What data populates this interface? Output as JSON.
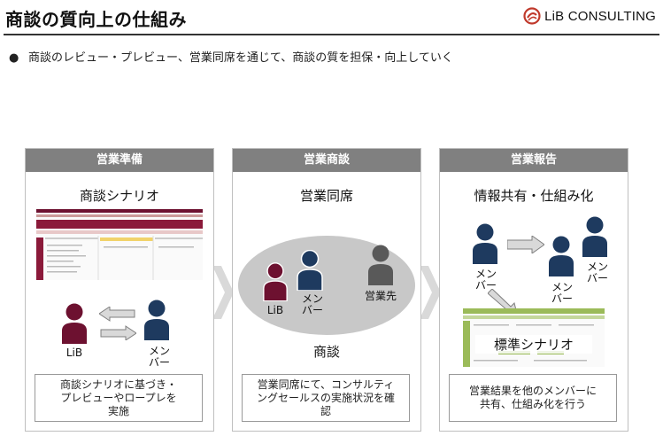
{
  "page": {
    "title": "商談の質向上の仕組み",
    "bullet": "商談のレビュー・プレビュー、営業同席を通じて、商談の質を担保・向上していく"
  },
  "logo": {
    "text": "LiB CONSULTING",
    "color": "#c0392b",
    "icon": "swirl-logo-icon"
  },
  "colors": {
    "maroon": "#6d1130",
    "navy": "#1e3a5f",
    "gray": "#595959",
    "header": "#808080",
    "ellipse": "#c8c8c8"
  },
  "columns": [
    {
      "header": "営業準備",
      "subtitle": "商談シナリオ",
      "person_left": "LiB",
      "person_right": "メン\nバー",
      "note": "商談シナリオに基づき・\nプレビューやロープレを\n実施"
    },
    {
      "header": "営業商談",
      "subtitle": "営業同席",
      "person_lib": "LiB",
      "person_member": "メン\nバー",
      "person_client": "営業先",
      "ellipse_label": "商談",
      "note": "営業同席にて、コンサルティ\nングセールスの実施状況を確\n認"
    },
    {
      "header": "営業報告",
      "subtitle": "情報共有・仕組み化",
      "person_a": "メン\nバー",
      "person_b": "メン\nバー",
      "person_c": "メン\nバー",
      "scenario_label": "標準シナリオ",
      "note": "営業結果を他のメンバーに\n共有、仕組み化を行う"
    }
  ]
}
